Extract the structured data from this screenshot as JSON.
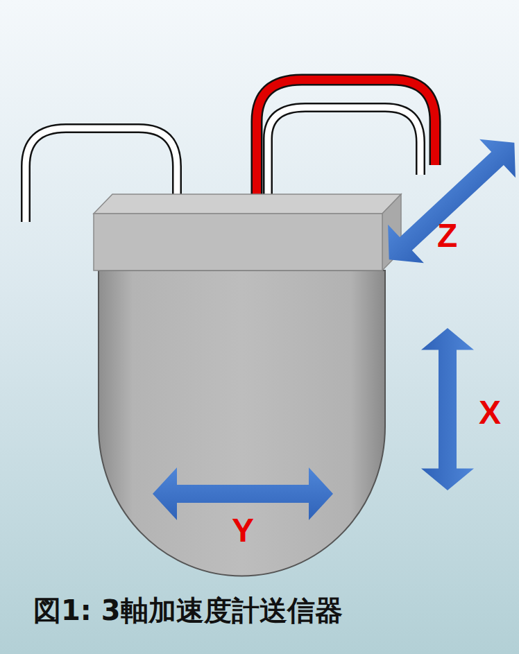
{
  "diagram": {
    "caption": "図1: 3軸加速度計送信器",
    "labels": [
      "Z",
      "X",
      "Y"
    ]
  }
}
